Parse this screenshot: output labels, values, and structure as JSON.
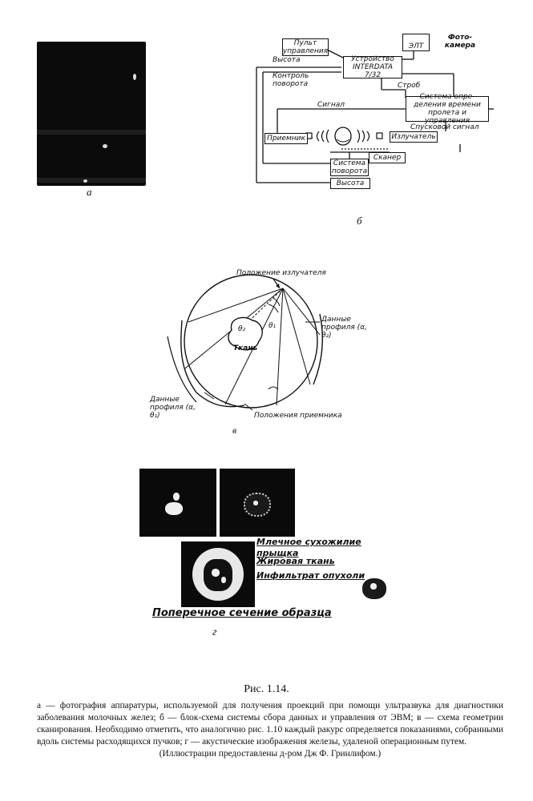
{
  "panels": {
    "a": {
      "letter": "а"
    },
    "b": {
      "letter": "б",
      "blocks": {
        "console": "Пульт управления",
        "device": "Устройство INTERDATA 7/32",
        "crt": "ЭЛТ",
        "camera": "Фото-камера",
        "timing": "Система опре-деления времени пролета и управления",
        "receiver": "Приемник",
        "emitter": "Излучатель",
        "scanner": "Сканер",
        "rotation": "Система поворота",
        "height": "Высота"
      },
      "labels": {
        "height_signal": "Высота",
        "rotation_control": "Контроль поворота",
        "strobe": "Строб",
        "signal": "Сигнал",
        "trigger": "Спусковой сигнал"
      }
    },
    "v": {
      "letter": "в",
      "labels": {
        "emitter_position": "Положение излучателя",
        "profile_2": "Данные профиля (α, θ₂)",
        "profile_1": "Данные профиля (α, θ₁)",
        "receiver_positions": "Положения приемника",
        "tissue": "Ткань",
        "theta1": "θ₁",
        "theta2": "θ₂"
      }
    },
    "g": {
      "letter": "г",
      "labels": {
        "duct": "Млечное сухожилие",
        "duct2": "прыщка",
        "fat": "Жировая ткань",
        "infiltrate": "Инфильтрат опухоли",
        "section": "Поперечное сечение образца"
      }
    }
  },
  "caption": {
    "title": "Рис. 1.14.",
    "text": "а — фотография аппаратуры, используемой для получения проекций при помощи ультразвука для диагностики заболевания молочных желез; б — блок-схема системы сбора данных и управления от ЭВМ; в — схема геометрии сканирования. Необходимо отметить, что аналогично рис. 1.10 каждый ракурс определяется показаниями, собранными вдоль системы расходящихся пучков; г — акустические изображения железы, удаленой операционным путем.",
    "credit": "(Иллюстрации предоставлены д-ром Дж Ф. Гринлифом.)"
  }
}
